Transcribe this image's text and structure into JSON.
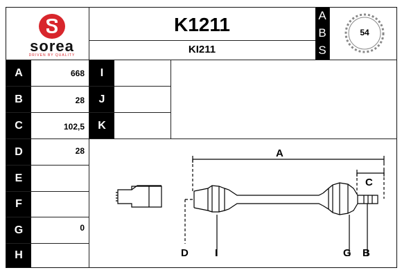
{
  "brand": {
    "name": "sorea",
    "tagline": "DRIVEN BY QUALITY",
    "color": "#d8262c"
  },
  "header": {
    "part_number": "K1211",
    "alt_number": "KI211"
  },
  "abs": {
    "letters": [
      "A",
      "B",
      "S"
    ],
    "teeth": "54"
  },
  "specs_left": [
    {
      "label": "A",
      "value": "668"
    },
    {
      "label": "B",
      "value": "28"
    },
    {
      "label": "C",
      "value": "102,5"
    },
    {
      "label": "D",
      "value": "28"
    },
    {
      "label": "E",
      "value": ""
    },
    {
      "label": "F",
      "value": ""
    },
    {
      "label": "G",
      "value": "0"
    },
    {
      "label": "H",
      "value": ""
    }
  ],
  "specs_mid": [
    {
      "label": "I",
      "value": ""
    },
    {
      "label": "J",
      "value": ""
    },
    {
      "label": "K",
      "value": ""
    }
  ],
  "diagram": {
    "labels": {
      "A": "A",
      "C": "C",
      "D": "D",
      "I": "I",
      "G": "G",
      "B": "B"
    }
  }
}
